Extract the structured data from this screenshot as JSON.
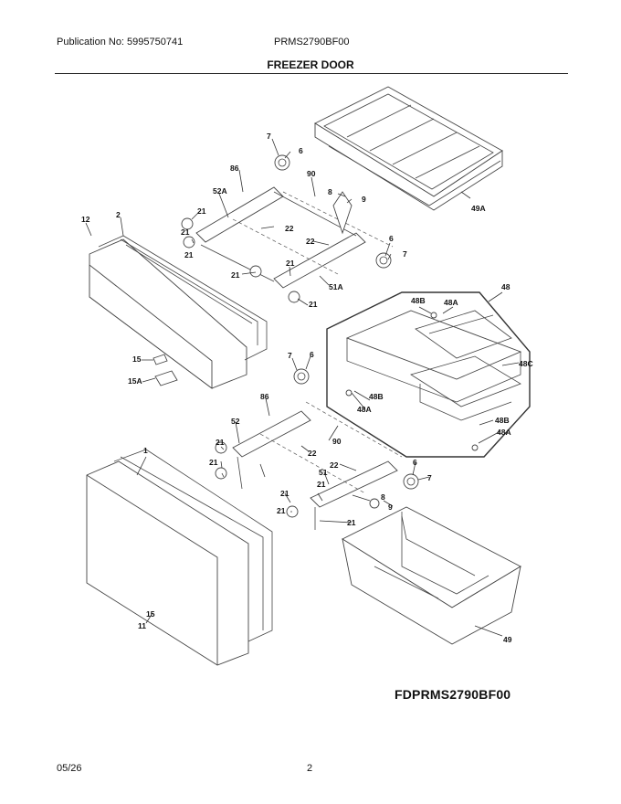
{
  "header": {
    "publication": "Publication No: 5995750741",
    "model": "PRMS2790BF00",
    "title": "FREEZER DOOR"
  },
  "diagram_code": "FDPRMS2790BF00",
  "footer": {
    "date": "05/26",
    "page": "2"
  },
  "callouts": [
    "7",
    "6",
    "86",
    "90",
    "52A",
    "8",
    "9",
    "21",
    "22",
    "12",
    "2",
    "21",
    "21",
    "22",
    "6",
    "7",
    "21",
    "21",
    "51A",
    "21",
    "48",
    "48B",
    "48A",
    "48C",
    "48B",
    "48A",
    "48B",
    "48A",
    "15",
    "15A",
    "7",
    "6",
    "86",
    "52",
    "90",
    "22",
    "21",
    "21",
    "1",
    "22",
    "51",
    "21",
    "6",
    "7",
    "8",
    "21",
    "9",
    "21",
    "21",
    "11",
    "15",
    "49A",
    "49"
  ]
}
